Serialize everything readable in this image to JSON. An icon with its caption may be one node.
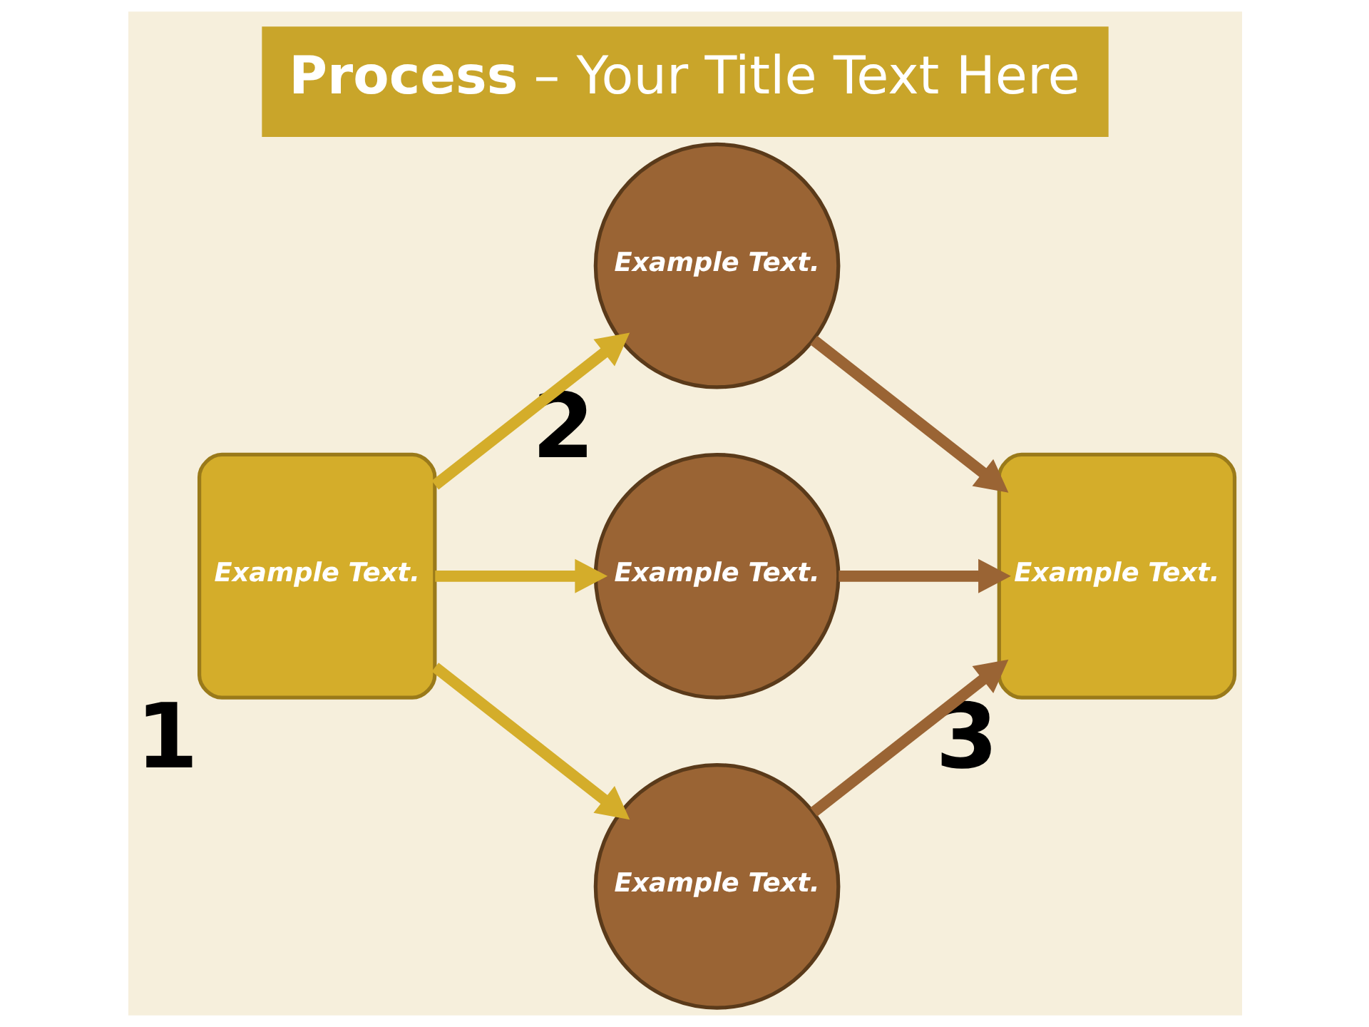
{
  "diagram": {
    "title": "**Process** – Your Title Text Here",
    "nodes": [
      {
        "text": [
          "Example Text."
        ],
        "beside": [
          "1"
        ]
      },
      {
        "text": [
          "Example Text."
        ],
        "beside": [
          "2"
        ]
      },
      {
        "text": [
          "Example Text."
        ]
      },
      {
        "text": [
          "Example Text."
        ]
      },
      {
        "text": [
          "Example Text."
        ],
        "beside": [
          "3"
        ]
      }
    ],
    "edges": [
      {
        "from": 0,
        "to": 1,
        "arrow": "to"
      },
      {
        "from": 0,
        "to": 2,
        "arrow": "to"
      },
      {
        "from": 0,
        "to": 3,
        "arrow": "to"
      },
      {
        "from": 1,
        "to": 4,
        "arrow": "to",
        "color": "#9a6434"
      },
      {
        "from": 2,
        "to": 4,
        "arrow": "to",
        "color": "#9a6434"
      },
      {
        "from": 3,
        "to": 4,
        "arrow": "to",
        "color": "#9a6434"
      }
    ]
  }
}
